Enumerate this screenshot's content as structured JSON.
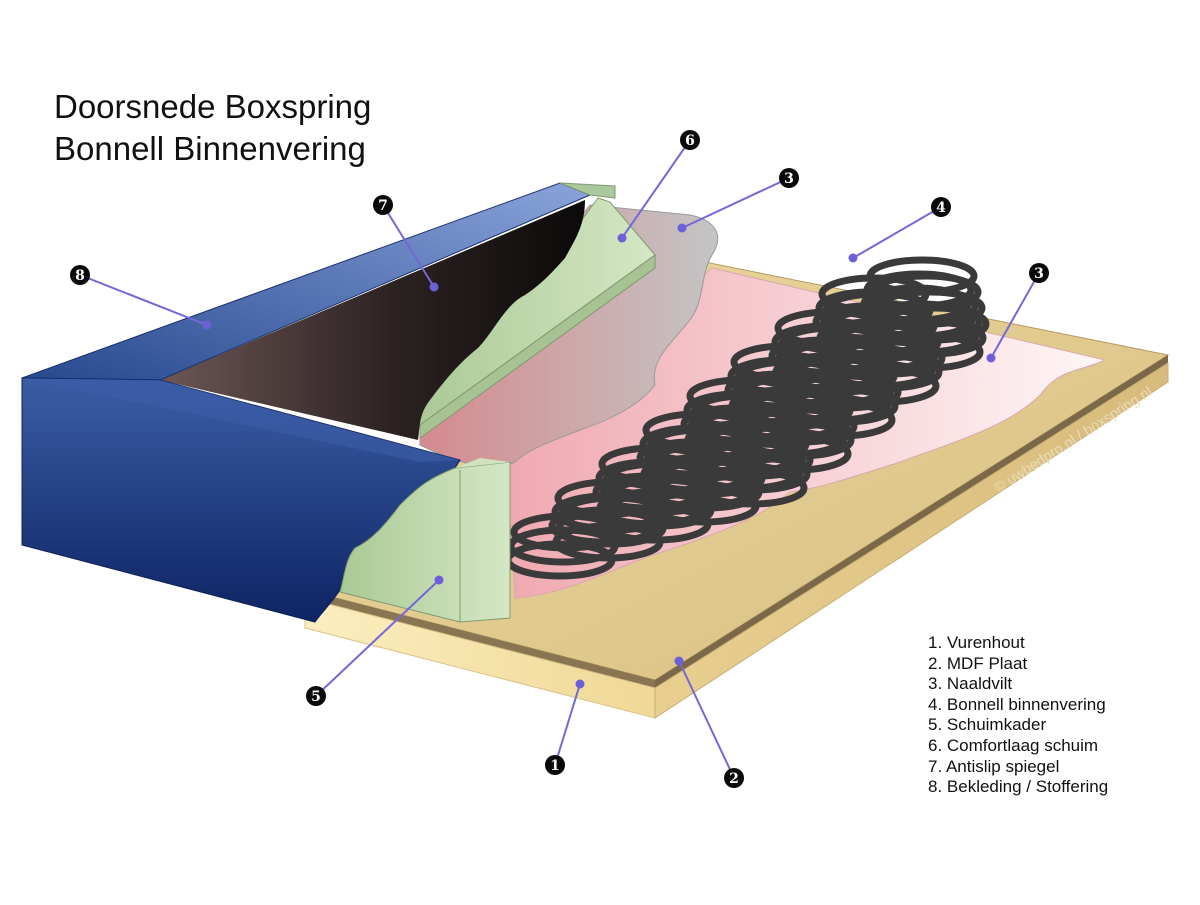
{
  "title": {
    "line1": "Doorsnede Boxspring",
    "line2": "Bonnell Binnenvering"
  },
  "watermark": "© uwbedpro.nl / boxspring.nl",
  "legend": [
    "1. Vurenhout",
    "2. MDF Plaat",
    "3. Naaldvilt",
    "4. Bonnell binnenvering",
    "5. Schuimkader",
    "6. Comfortlaag schuim",
    "7. Antislip spiegel",
    "8. Bekleding / Stoffering"
  ],
  "callouts": [
    {
      "id": "callout-8",
      "number": "8",
      "part": "Bekleding / Stoffering"
    },
    {
      "id": "callout-7",
      "number": "7",
      "part": "Antislip spiegel"
    },
    {
      "id": "callout-6",
      "number": "6",
      "part": "Comfortlaag schuim"
    },
    {
      "id": "callout-3-top",
      "number": "3",
      "part": "Naaldvilt"
    },
    {
      "id": "callout-4",
      "number": "4",
      "part": "Bonnell binnenvering"
    },
    {
      "id": "callout-3-right",
      "number": "3",
      "part": "Naaldvilt"
    },
    {
      "id": "callout-5",
      "number": "5",
      "part": "Schuimkader"
    },
    {
      "id": "callout-1",
      "number": "1",
      "part": "Vurenhout"
    },
    {
      "id": "callout-2",
      "number": "2",
      "part": "MDF Plaat"
    }
  ],
  "colors": {
    "upholstery": "#1b3a7d",
    "foam": "#b9d3a9",
    "felt": "#f2c0c6",
    "spring": "#3a3a3a",
    "wood": "#f6e2a8",
    "mdf": "#8a7552",
    "leader": "#7468d8"
  }
}
